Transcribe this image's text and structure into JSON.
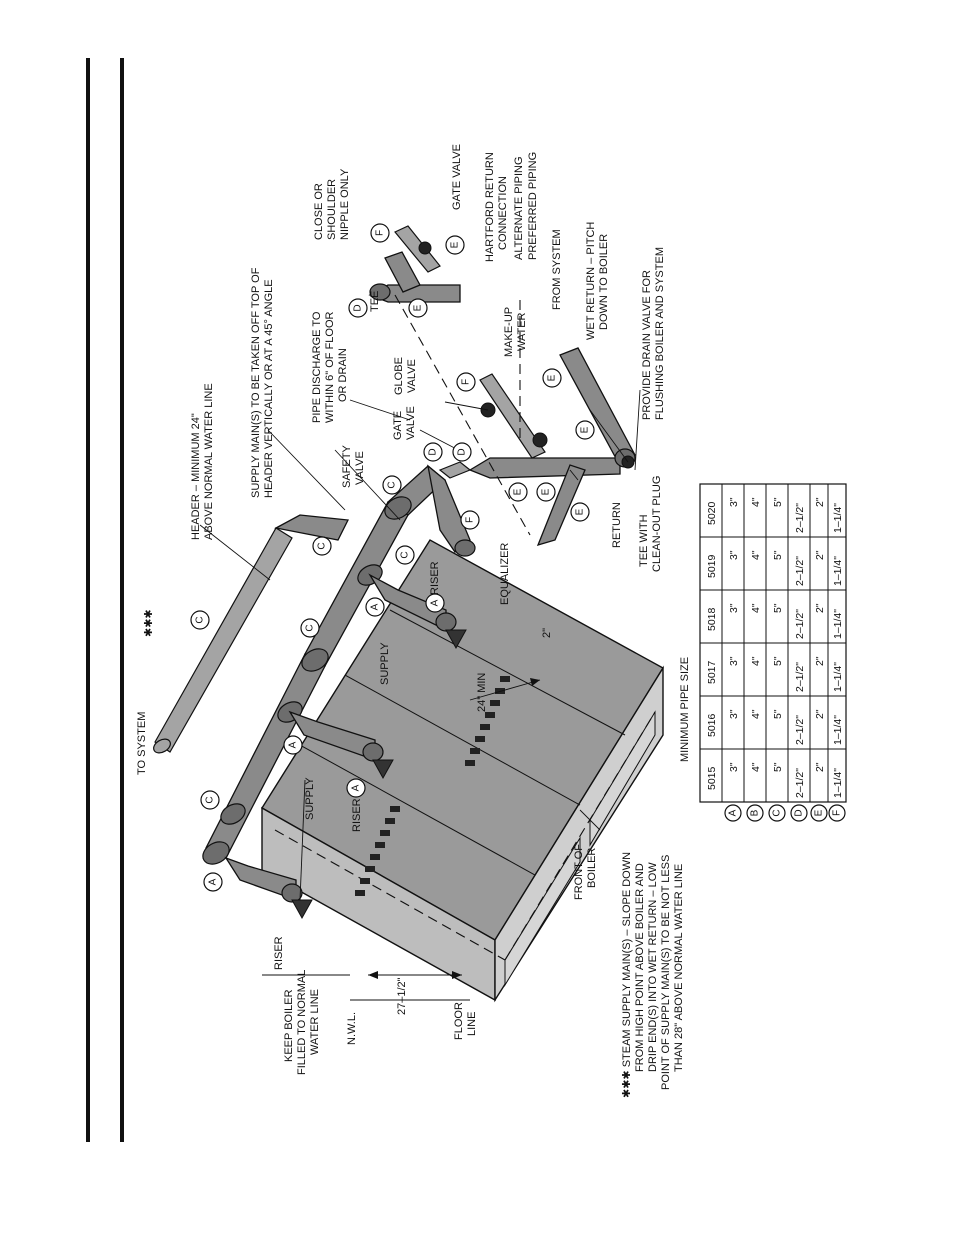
{
  "labels": {
    "to_system": "TO SYSTEM",
    "stars": "✱✱✱",
    "header_note_1": "HEADER – MINIMUM 24\"",
    "header_note_2": "ABOVE NORMAL WATER LINE",
    "supply_mains_1": "SUPPLY MAIN(S) TO BE TAKEN OFF TOP OF",
    "supply_mains_2": "HEADER VERTICALLY OR AT A 45° ANGLE",
    "safety_valve_1": "SAFETY",
    "safety_valve_2": "VALVE",
    "pipe_discharge_1": "PIPE DISCHARGE TO",
    "pipe_discharge_2": "WITHIN 6\" OF FLOOR",
    "pipe_discharge_3": "OR DRAIN",
    "gate_valve_1": "GATE",
    "gate_valve_2": "VALVE",
    "globe_valve_1": "GLOBE",
    "globe_valve_2": "VALVE",
    "makeup_1": "MAKE-UP",
    "makeup_2": "WATER",
    "tee": "TEE",
    "close_nipple_1": "CLOSE OR",
    "close_nipple_2": "SHOULDER",
    "close_nipple_3": "NIPPLE ONLY",
    "gate_valve_top": "GATE VALVE",
    "hartford_1": "HARTFORD RETURN",
    "hartford_2": "CONNECTION",
    "alternate_piping": "ALTERNATE PIPING",
    "preferred_piping": "PREFERRED PIPING",
    "from_system": "FROM SYSTEM",
    "wet_return_1": "WET RETURN – PITCH",
    "wet_return_2": "DOWN TO BOILER",
    "drain_valve_1": "PROVIDE DRAIN VALVE FOR",
    "drain_valve_2": "FLUSHING BOILER AND SYSTEM",
    "tee_cleanout_1": "TEE WITH",
    "tee_cleanout_2": "CLEAN-OUT PLUG",
    "return": "RETURN",
    "equalizer": "EQUALIZER",
    "riser": "RISER",
    "supply": "SUPPLY",
    "min_24": "24\" MIN",
    "dim_2": "2\"",
    "front_of_boiler_1": "FRONT OF",
    "front_of_boiler_2": "BOILER",
    "keep_boiler_1": "KEEP BOILER",
    "keep_boiler_2": "FILLED TO NORMAL",
    "keep_boiler_3": "WATER LINE",
    "nwl": "N.W.L.",
    "dim_27": "27–1/2\"",
    "floor_line_1": "FLOOR",
    "floor_line_2": "LINE",
    "steam_note_1": "✱✱✱ STEAM SUPPLY MAIN(S) – SLOPE DOWN",
    "steam_note_2": "FROM HIGH POINT ABOVE BOILER AND",
    "steam_note_3": "DRIP END(S) INTO WET RETURN – LOW",
    "steam_note_4": "POINT OF SUPPLY MAIN(S) TO BE NOT LESS",
    "steam_note_5": "THAN 28\" ABOVE NORMAL WATER LINE"
  },
  "callouts": [
    "A",
    "B",
    "C",
    "D",
    "E",
    "F"
  ],
  "table": {
    "title": "MINIMUM PIPE SIZE",
    "models": [
      "5015",
      "5016",
      "5017",
      "5018",
      "5019",
      "5020"
    ],
    "rows": [
      {
        "key": "A",
        "values": [
          "3\"",
          "3\"",
          "3\"",
          "3\"",
          "3\"",
          "3\""
        ]
      },
      {
        "key": "B",
        "values": [
          "4\"",
          "4\"",
          "4\"",
          "4\"",
          "4\"",
          "4\""
        ]
      },
      {
        "key": "C",
        "values": [
          "5\"",
          "5\"",
          "5\"",
          "5\"",
          "5\"",
          "5\""
        ]
      },
      {
        "key": "D",
        "values": [
          "2–1/2\"",
          "2–1/2\"",
          "2–1/2\"",
          "2–1/2\"",
          "2–1/2\"",
          "2–1/2\""
        ]
      },
      {
        "key": "E",
        "values": [
          "2\"",
          "2\"",
          "2\"",
          "2\"",
          "2\"",
          "2\""
        ]
      },
      {
        "key": "F",
        "values": [
          "1–1/4\"",
          "1–1/4\"",
          "1–1/4\"",
          "1–1/4\"",
          "1–1/4\"",
          "1–1/4\""
        ]
      }
    ]
  }
}
